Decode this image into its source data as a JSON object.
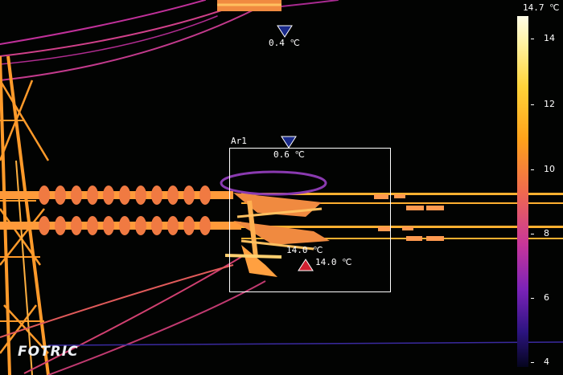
{
  "brand": "FOTRIC",
  "scale": {
    "max_label": "14.7 ℃",
    "ticks": [
      "14",
      "12",
      "10",
      "8",
      "6",
      "4"
    ]
  },
  "roi": {
    "name": "Ar1",
    "min_temp": "0.6 ℃",
    "max_temp": "14.0 ℃"
  },
  "markers": {
    "spot_cold": "0.4 ℃",
    "spot_hot": "14.0 ℃"
  },
  "colors": {
    "cold_marker": "#1a2a8a",
    "hot_marker": "#d02030"
  }
}
